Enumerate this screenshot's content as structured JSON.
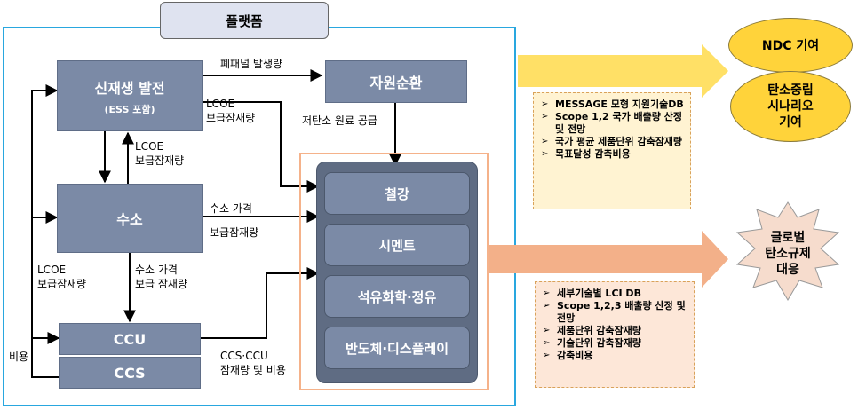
{
  "platform": {
    "title": "플랫폼"
  },
  "nodes": {
    "renewable": {
      "title": "신재생 발전",
      "sub": "(ESS 포함)"
    },
    "recycling": {
      "title": "자원순환"
    },
    "hydrogen": {
      "title": "수소"
    },
    "ccu": {
      "title": "CCU"
    },
    "ccs": {
      "title": "CCS"
    }
  },
  "industries": [
    "철강",
    "시멘트",
    "석유화학·정유",
    "반도체·디스플레이"
  ],
  "edge_labels": {
    "waste_panel": "폐패널 발생량",
    "renew_lcoe_right": [
      "LCOE",
      "보급잠재량"
    ],
    "renew_lcoe_down": [
      "LCOE",
      "보급잠재량"
    ],
    "low_carbon": "저탄소 원료 공급",
    "h2_price": "수소 가격",
    "h2_potential": "보급잠재량",
    "h2_to_ccu": [
      "수소 가격",
      "보급 잠재량"
    ],
    "left_lcoe": [
      "LCOE",
      "보급잠재량"
    ],
    "cost": "비용",
    "ccs_ccu": [
      "CCS·CCU",
      "잠재량 및 비용"
    ]
  },
  "notes": {
    "top": [
      "MESSAGE 모형 지원기술DB",
      "Scope 1,2 국가 배출량 산정 및 전망",
      "국가 평균 제품단위 감축잠재량",
      "목표달성 감축비용"
    ],
    "bottom": [
      "세부기술별 LCI DB",
      "Scope 1,2,3 배출량 산정 및 전망",
      "제품단위 감축잠재량",
      "기술단위 감축잠재량",
      "감축비용"
    ]
  },
  "outcomes": {
    "ndc": "NDC 기여",
    "neutral": [
      "탄소중립",
      "시나리오",
      "기여"
    ],
    "global": [
      "글로벌",
      "탄소규제",
      "대응"
    ]
  },
  "colors": {
    "node": "#7b8aa6",
    "panel": "#5f6c83",
    "platform_border": "#29a7df",
    "industry_border": "#f5b28a",
    "arrow_yellow": "#ffe066",
    "arrow_orange": "#f3b089",
    "outcome": "#ffd33a"
  }
}
